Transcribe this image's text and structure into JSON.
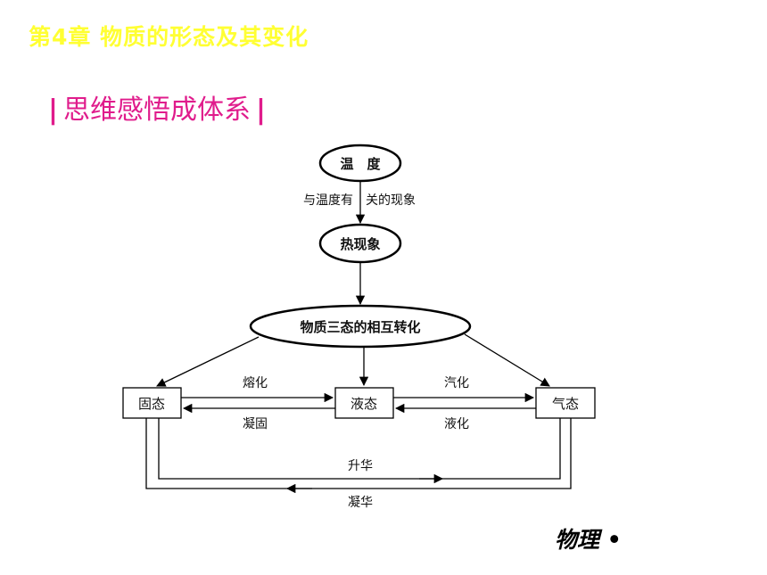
{
  "header": {
    "chapter_title": "第4章 物质的形态及其变化",
    "section_title": "思维感悟成体系",
    "bar_glyph": "|"
  },
  "diagram": {
    "nodes": {
      "temperature": "温　度",
      "thermal_phenomena": "热现象",
      "state_conversion": "物质三态的相互转化",
      "solid": "固态",
      "liquid": "液态",
      "gas": "气态"
    },
    "edges": {
      "temp_relation_left": "与温度有",
      "temp_relation_right": "关的现象",
      "melting": "熔化",
      "solidification": "凝固",
      "vaporization": "汽化",
      "liquefaction": "液化",
      "sublimation": "升华",
      "deposition": "凝华"
    }
  },
  "footer": {
    "subject_label": "物理 •"
  },
  "colors": {
    "chapter_title": "#ffff33",
    "section_title": "#e01c8c",
    "lines": "#000000"
  }
}
